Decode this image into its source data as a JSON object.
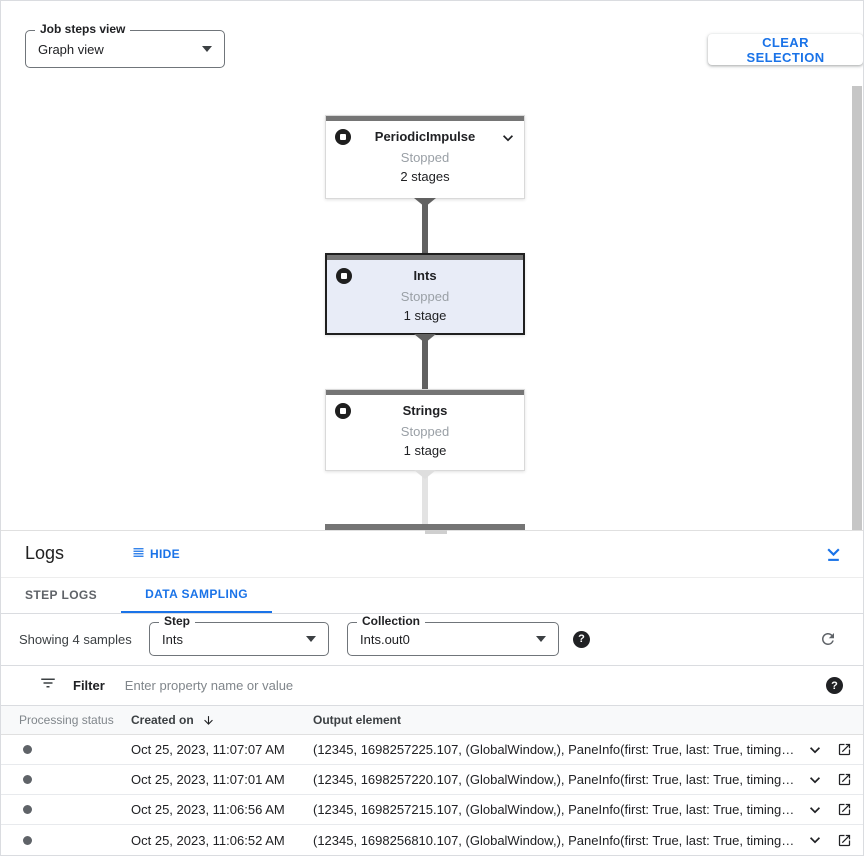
{
  "toolbar": {
    "view_select": {
      "label": "Job steps view",
      "value": "Graph view"
    },
    "clear_selection_label": "CLEAR SELECTION"
  },
  "graph": {
    "nodes": [
      {
        "title": "PeriodicImpulse",
        "status": "Stopped",
        "stages": "2 stages",
        "selected": false,
        "expandable": true
      },
      {
        "title": "Ints",
        "status": "Stopped",
        "stages": "1 stage",
        "selected": true,
        "expandable": false
      },
      {
        "title": "Strings",
        "status": "Stopped",
        "stages": "1 stage",
        "selected": false,
        "expandable": false
      }
    ]
  },
  "logs": {
    "title": "Logs",
    "hide_label": "HIDE",
    "tabs": [
      {
        "label": "STEP LOGS",
        "active": false
      },
      {
        "label": "DATA SAMPLING",
        "active": true
      }
    ],
    "sampling": {
      "summary": "Showing 4 samples",
      "step_select": {
        "label": "Step",
        "value": "Ints"
      },
      "collection_select": {
        "label": "Collection",
        "value": "Ints.out0"
      }
    },
    "filter": {
      "label": "Filter",
      "placeholder": "Enter property name or value"
    },
    "table": {
      "headers": {
        "status": "Processing status",
        "created": "Created on",
        "output": "Output element"
      },
      "rows": [
        {
          "created_on": "Oct 25, 2023, 11:07:07 AM",
          "output_element": "(12345, 1698257225.107, (GlobalWindow,), PaneInfo(first: True, last: True, timing…"
        },
        {
          "created_on": "Oct 25, 2023, 11:07:01 AM",
          "output_element": "(12345, 1698257220.107, (GlobalWindow,), PaneInfo(first: True, last: True, timing…"
        },
        {
          "created_on": "Oct 25, 2023, 11:06:56 AM",
          "output_element": "(12345, 1698257215.107, (GlobalWindow,), PaneInfo(first: True, last: True, timing…"
        },
        {
          "created_on": "Oct 25, 2023, 11:06:52 AM",
          "output_element": "(12345, 1698256810.107, (GlobalWindow,), PaneInfo(first: True, last: True, timing…"
        }
      ]
    }
  },
  "glyphs": {
    "question": "?"
  },
  "colors": {
    "accent": "#1a73e8",
    "node_bar": "#757575",
    "selected_node_bg": "#e8ecf7",
    "stopped_text": "#9aa0a6",
    "connector_dark": "#616161",
    "connector_light": "#e3e3e3"
  }
}
